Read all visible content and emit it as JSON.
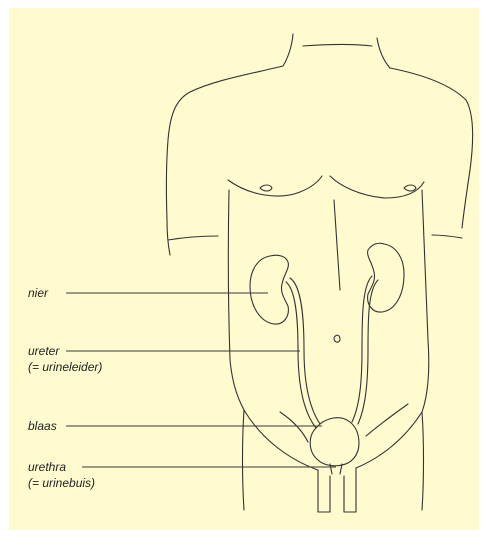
{
  "labels": {
    "kidney": "nier",
    "ureter": "ureter",
    "ureter_alt": "(= urineleider)",
    "bladder": "blaas",
    "urethra": "urethra",
    "urethra_alt": "(= urinebuis)"
  },
  "colors": {
    "background": "#fffbcf",
    "line": "#333333"
  }
}
